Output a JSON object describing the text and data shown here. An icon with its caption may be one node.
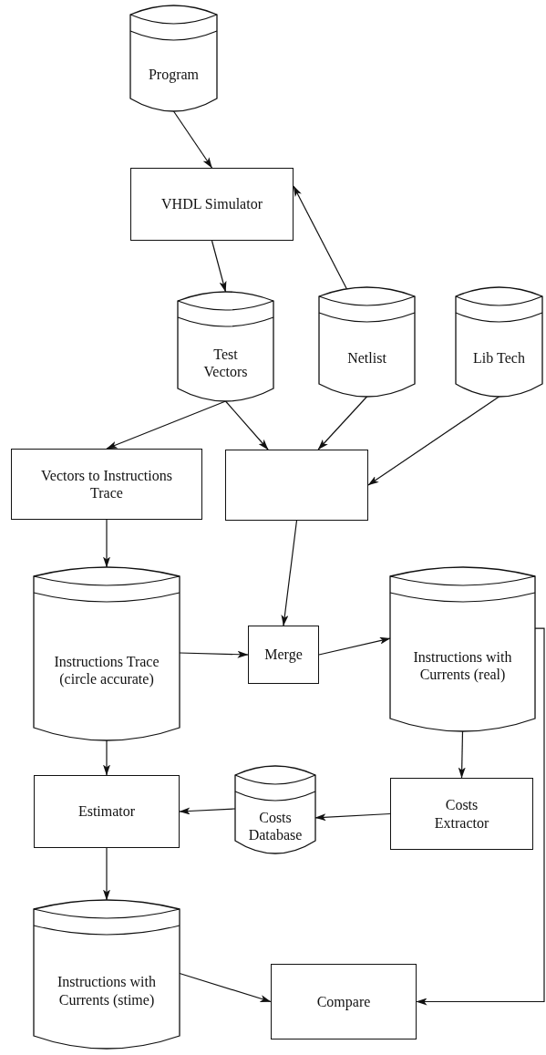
{
  "diagram": {
    "nodes": [
      {
        "text": [
          "Program"
        ]
      },
      {
        "text": [
          "VHDL Simulator"
        ]
      },
      {
        "text": [
          "Test Vectors"
        ]
      },
      {
        "text": [
          "Netlist"
        ]
      },
      {
        "text": [
          "Lib Tech"
        ]
      },
      {
        "text": [
          "Vectors to Instructions Trace"
        ]
      },
      {
        "text": [],
        "shape": "box"
      },
      {
        "text": [
          "Instructions Trace (circle accurate)"
        ]
      },
      {
        "text": [
          "Merge"
        ]
      },
      {
        "text": [
          "Instructions with Currents (real)"
        ]
      },
      {
        "text": [
          "Estimator"
        ]
      },
      {
        "text": [
          "Costs Database"
        ]
      },
      {
        "text": [
          "Costs Extractor"
        ]
      },
      {
        "text": [
          "Instructions with Currents (stime)"
        ]
      },
      {
        "text": [
          "Compare"
        ]
      }
    ],
    "edges": [
      {
        "from": 0,
        "to": 1,
        "arrow": "to"
      },
      {
        "from": 3,
        "to": 1,
        "arrow": "to"
      },
      {
        "from": 1,
        "to": 2,
        "arrow": "to"
      },
      {
        "from": 2,
        "to": 5,
        "arrow": "to"
      },
      {
        "from": 2,
        "to": 6,
        "arrow": "to"
      },
      {
        "from": 3,
        "to": 6,
        "arrow": "to"
      },
      {
        "from": 4,
        "to": 6,
        "arrow": "to"
      },
      {
        "from": 5,
        "to": 7,
        "arrow": "to"
      },
      {
        "from": 6,
        "to": 8,
        "arrow": "to"
      },
      {
        "from": 7,
        "to": 8,
        "arrow": "to"
      },
      {
        "from": 8,
        "to": 9,
        "arrow": "to"
      },
      {
        "from": 7,
        "to": 10,
        "arrow": "to"
      },
      {
        "from": 9,
        "to": 12,
        "arrow": "to"
      },
      {
        "from": 12,
        "to": 11,
        "arrow": "to"
      },
      {
        "from": 11,
        "to": 10,
        "arrow": "to"
      },
      {
        "from": 10,
        "to": 13,
        "arrow": "to"
      },
      {
        "from": 13,
        "to": 14,
        "arrow": "to"
      },
      {
        "from": 9,
        "to": 14,
        "arrow": "to"
      }
    ]
  }
}
